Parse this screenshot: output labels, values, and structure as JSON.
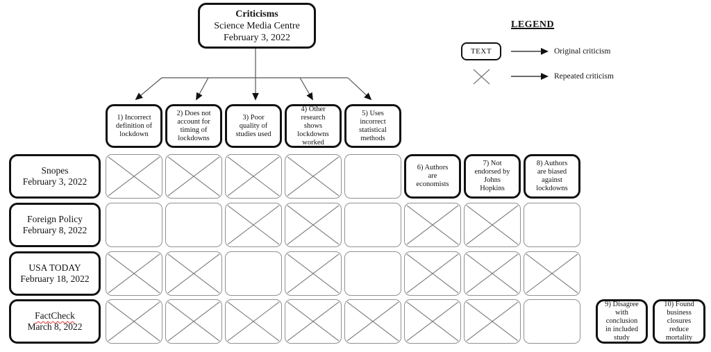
{
  "figure": {
    "root": {
      "title": "Criticisms",
      "subtitle": "Science Media Centre",
      "date": "February 3, 2022"
    },
    "legend": {
      "title": "LEGEND",
      "items": [
        {
          "symbol": "text-box",
          "symbol_text": "TEXT",
          "label": "Original criticism"
        },
        {
          "symbol": "x-mark",
          "label": "Repeated criticism"
        }
      ]
    },
    "top_criticisms": [
      "1) Incorrect\ndefinition of\nlockdown",
      "2) Does not\naccount for\ntiming of\nlockdowns",
      "3) Poor\nquality of\nstudies used",
      "4) Other\nresearch\nshows\nlockdowns\nworked",
      "5) Uses\nincorrect\nstatistical\nmethods"
    ],
    "rows": [
      {
        "source": "Snopes",
        "date": "February 3, 2022",
        "cells": [
          "x",
          "x",
          "x",
          "x",
          "empty",
          {
            "criticism": "6) Authors\nare\neconomists"
          },
          {
            "criticism": "7) Not\nendorsed by\nJohns\nHopkins"
          },
          {
            "criticism": "8) Authors\nare biased\nagainst\nlockdowns"
          }
        ]
      },
      {
        "source": "Foreign Policy",
        "date": "February 8, 2022",
        "cells": [
          "empty",
          "empty",
          "x",
          "x",
          "empty",
          "x",
          "x",
          "empty"
        ]
      },
      {
        "source": "USA TODAY",
        "date": "February 18, 2022",
        "cells": [
          "x",
          "x",
          "empty",
          "x",
          "empty",
          "x",
          "x",
          "x"
        ]
      },
      {
        "source": "FactCheck",
        "date": "March 8, 2022",
        "source_spellcheck_underline": true,
        "cells": [
          "x",
          "x",
          "x",
          "x",
          "x",
          "x",
          "x",
          "empty",
          {
            "criticism": "9) Disagree\nwith\nconclusion\nin included\nstudy"
          },
          {
            "criticism": "10) Found\nbusiness\nclosures\nreduce\nmortality"
          }
        ]
      }
    ],
    "colors": {
      "box_border": "#111111",
      "cell_border": "#909090",
      "x_stroke": "#777777",
      "arrow": "#555555",
      "spellcheck_underline": "#e03030"
    }
  }
}
